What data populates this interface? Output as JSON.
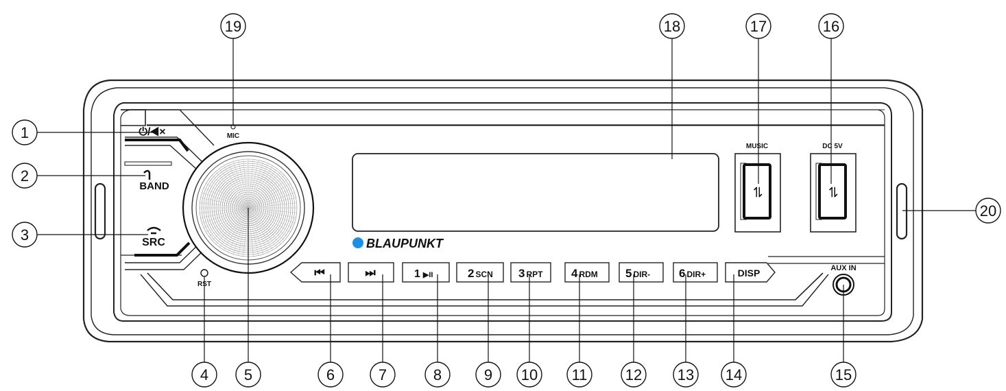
{
  "device": {
    "brand": "BLAUPUNKT",
    "brand_color": "#1e8fe6",
    "power_mute_label": "⏻/◀×",
    "band_label": "BAND",
    "src_label": "SRC",
    "mic_label": "MIC",
    "rst_label": "RST",
    "music_label": "MUSIC",
    "dc5v_label": "DC 5V",
    "aux_label": "AUX IN"
  },
  "buttons": [
    {
      "id": "prev",
      "label": "⏮",
      "icon": "previous-track-icon"
    },
    {
      "id": "next",
      "label": "⏭",
      "icon": "next-track-icon"
    },
    {
      "id": "b1",
      "num": "1",
      "text": "▶II"
    },
    {
      "id": "b2",
      "num": "2",
      "text": "SCN"
    },
    {
      "id": "b3",
      "num": "3",
      "text": "RPT"
    },
    {
      "id": "b4",
      "num": "4",
      "text": "RDM"
    },
    {
      "id": "b5",
      "num": "5",
      "text": "DIR-"
    },
    {
      "id": "b6",
      "num": "6",
      "text": "DIR+"
    },
    {
      "id": "disp",
      "label": "DISP"
    }
  ],
  "callouts": [
    "1",
    "2",
    "3",
    "4",
    "5",
    "6",
    "7",
    "8",
    "9",
    "10",
    "11",
    "12",
    "13",
    "14",
    "15",
    "16",
    "17",
    "18",
    "19",
    "20"
  ]
}
